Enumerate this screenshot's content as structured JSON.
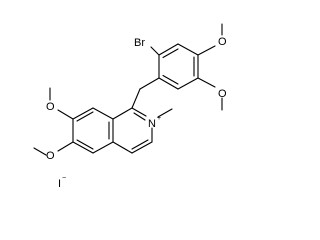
{
  "structure": {
    "atom_labels": {
      "bromine": "Br",
      "oxygen_top_right": "O",
      "oxygen_right": "O",
      "oxygen_left_upper": "O",
      "oxygen_left_lower": "O",
      "nitrogen": "N",
      "nitrogen_charge": "+",
      "iodide": "I",
      "iodide_charge": "−"
    }
  }
}
